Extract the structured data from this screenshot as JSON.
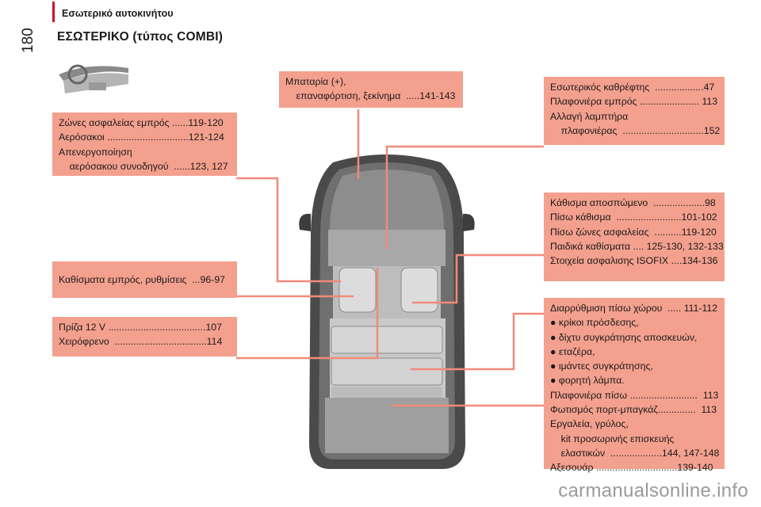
{
  "header": {
    "section_title": "Εσωτερικό αυτοκινήτου",
    "page_number": "180",
    "main_heading": "ΕΣΩΤΕΡΙΚΟ (τύπος COMBI)"
  },
  "callouts": {
    "front_safety": [
      "Ζώνες ασφαλείας εμπρός ......119-120",
      "Αερόσακοι ..............................121-124",
      "Απενεργοποίηση",
      "    αερόσακου συνοδηγού  ......123, 127"
    ],
    "front_seats": [
      "Καθίσματα εμπρός, ρυθμίσεις  ...96-97"
    ],
    "socket_handbrake": [
      "Πρίζα 12 V ....................................107",
      "Χειρόφρενο  ..................................114"
    ],
    "battery": [
      "Μπαταρία (+),",
      "    επαναφόρτιση, ξεκίνημα  .....141-143"
    ],
    "mirror_lamp": [
      "Εσωτερικός καθρέφτης  ..................47",
      "Πλαφονιέρα εμπρός ...................... 113",
      "Αλλαγή λαμπτήρα",
      "    πλαφονιέρας  ..............................152"
    ],
    "rear_seats": [
      "Κάθισμα αποσπώμενο  ...................98",
      "Πίσω κάθισμα  ........................101-102",
      "Πίσω ζώνες ασφαλείας  ..........119-120",
      "Παιδικά καθίσματα .... 125-130, 132-133",
      "Στοιχεία ασφαλισης ISOFIX ....134-136"
    ],
    "rear_storage": [
      "Διαρρύθμιση πίσω χώρου  ..... 111-112",
      "● κρίκοι πρόσδεσης,",
      "● δίχτυ συγκράτησης αποσκευών,",
      "● εταζέρα,",
      "● ιμάντες συγκράτησης,",
      "● φορητή λάμπα.",
      "Πλαφονιέρα πίσω .........................  113",
      "Φωτισμός πορτ-μπαγκάζ..............  113",
      "Εργαλεία, γρύλος,",
      "    kit προσωρινής επισκευής",
      "    ελαστικών  ...................144, 147-148",
      "Αξεσουάρ ..............................139-140"
    ]
  },
  "watermark": "carmanualsonline.info",
  "colors": {
    "callout_bg": "#f4a08e",
    "leader": "#f08a7a",
    "accent_bar": "#c8102e"
  }
}
